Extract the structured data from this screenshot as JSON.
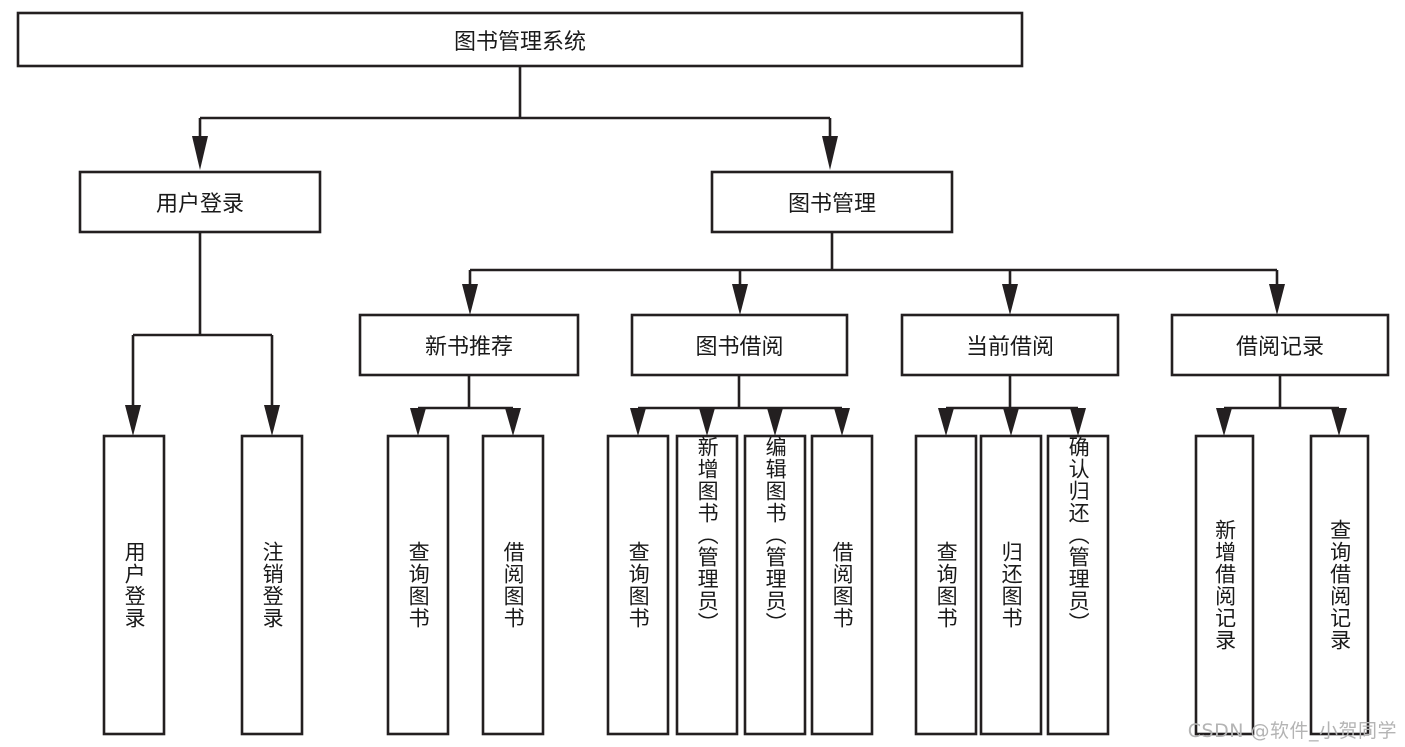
{
  "diagram": {
    "type": "tree",
    "title": "图书管理系统",
    "watermark": "CSDN @软件_小贺同学",
    "colors": {
      "background": "#ffffff",
      "stroke": "#231f20",
      "text": "#1a1a1a",
      "watermark": "#b4b4b4"
    },
    "nodes": {
      "root": {
        "label": "图书管理系统"
      },
      "level1": [
        {
          "id": "user-login",
          "label": "用户登录"
        },
        {
          "id": "book-manage",
          "label": "图书管理"
        }
      ],
      "level2": [
        {
          "id": "new-book-recommend",
          "label": "新书推荐",
          "parent": "book-manage"
        },
        {
          "id": "book-borrow",
          "label": "图书借阅",
          "parent": "book-manage"
        },
        {
          "id": "current-borrow",
          "label": "当前借阅",
          "parent": "book-manage"
        },
        {
          "id": "borrow-record",
          "label": "借阅记录",
          "parent": "book-manage"
        }
      ],
      "leaves": [
        {
          "id": "leaf-user-login",
          "label": "用户登录",
          "parent": "user-login"
        },
        {
          "id": "leaf-user-logout",
          "label": "注销登录",
          "parent": "user-login"
        },
        {
          "id": "leaf-query-book-1",
          "label": "查询图书",
          "parent": "new-book-recommend"
        },
        {
          "id": "leaf-borrow-book-1",
          "label": "借阅图书",
          "parent": "new-book-recommend"
        },
        {
          "id": "leaf-query-book-2",
          "label": "查询图书",
          "parent": "book-borrow"
        },
        {
          "id": "leaf-add-book",
          "label": "新增图书（管理员）",
          "parent": "book-borrow"
        },
        {
          "id": "leaf-edit-book",
          "label": "编辑图书（管理员）",
          "parent": "book-borrow"
        },
        {
          "id": "leaf-borrow-book-2",
          "label": "借阅图书",
          "parent": "book-borrow"
        },
        {
          "id": "leaf-query-book-3",
          "label": "查询图书",
          "parent": "current-borrow"
        },
        {
          "id": "leaf-return-book",
          "label": "归还图书",
          "parent": "current-borrow"
        },
        {
          "id": "leaf-confirm-return",
          "label": "确认归还（管理员）",
          "parent": "current-borrow"
        },
        {
          "id": "leaf-add-record",
          "label": "新增借阅记录",
          "parent": "borrow-record"
        },
        {
          "id": "leaf-query-record",
          "label": "查询借阅记录",
          "parent": "borrow-record"
        }
      ]
    }
  }
}
